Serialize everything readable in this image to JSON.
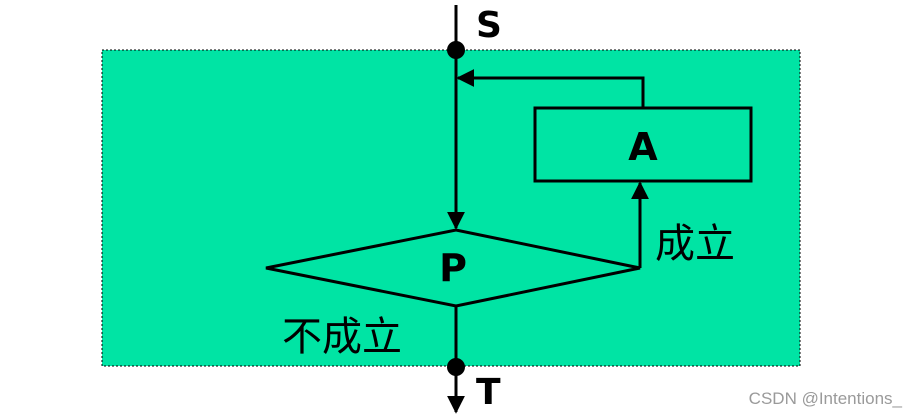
{
  "diagram": {
    "start_label": "S",
    "end_label": "T",
    "process_label": "A",
    "condition_label": "P",
    "true_label": "成立",
    "false_label": "不成立"
  },
  "watermark": "CSDN @Intentions_",
  "colors": {
    "region_fill": "#00E4A4",
    "line": "#000000"
  }
}
